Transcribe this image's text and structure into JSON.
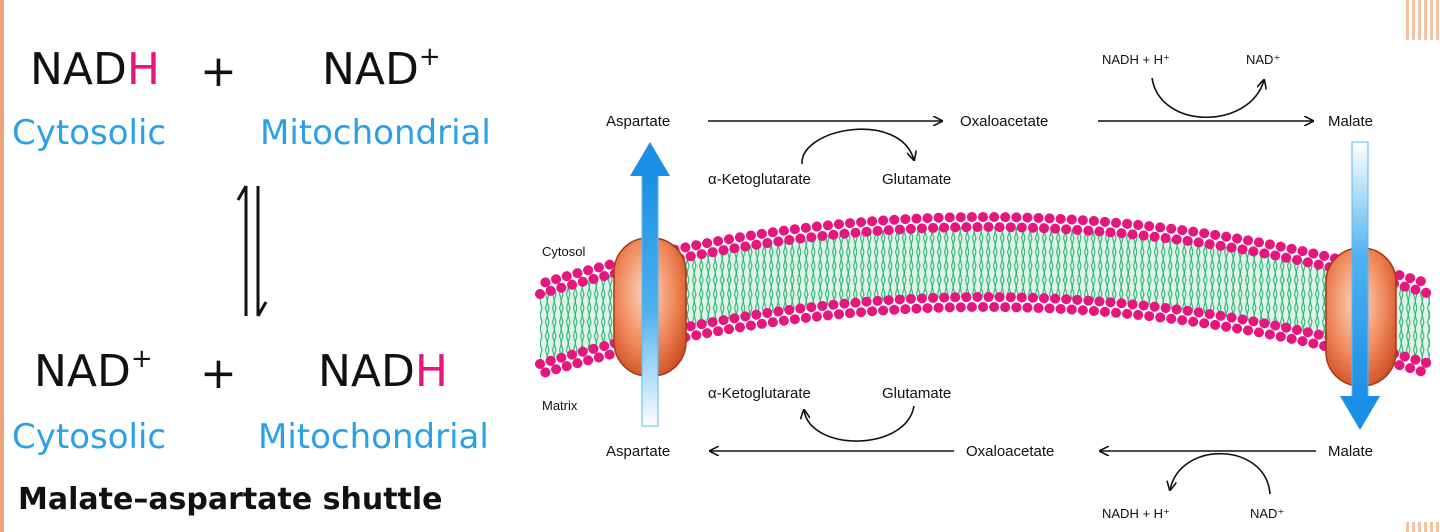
{
  "equation": {
    "top": {
      "left_base": "NAD",
      "left_h": "H",
      "plus": "+",
      "right_base": "NAD",
      "right_sup": "+",
      "left_location": "Cytosolic",
      "right_location": "Mitochondrial"
    },
    "bottom": {
      "left_base": "NAD",
      "left_sup": "+",
      "plus": "+",
      "right_base": "NAD",
      "right_h": "H",
      "left_location": "Cytosolic",
      "right_location": "Mitochondrial"
    },
    "caption": "Malate–aspartate shuttle"
  },
  "diagram": {
    "compartments": {
      "cytosol": "Cytosol",
      "matrix": "Matrix"
    },
    "cytosol_side": {
      "aspartate": "Aspartate",
      "oxaloacetate": "Oxaloacetate",
      "malate": "Malate",
      "ketoglutarate": "α-Ketoglutarate",
      "glutamate": "Glutamate",
      "cofactor_in": "NADH + H⁺",
      "cofactor_out": "NAD⁺"
    },
    "matrix_side": {
      "aspartate": "Aspartate",
      "oxaloacetate": "Oxaloacetate",
      "malate": "Malate",
      "ketoglutarate": "α-Ketoglutarate",
      "glutamate": "Glutamate",
      "cofactor_in": "NAD⁺",
      "cofactor_out": "NADH + H⁺"
    },
    "colors": {
      "head_group": "#e5177f",
      "tail": "#2fb578",
      "transporter": "#e8673a",
      "arrow_blue": "#1a8fe6",
      "h_highlight": "#e5177f",
      "location_text": "#2aa1e6"
    }
  }
}
